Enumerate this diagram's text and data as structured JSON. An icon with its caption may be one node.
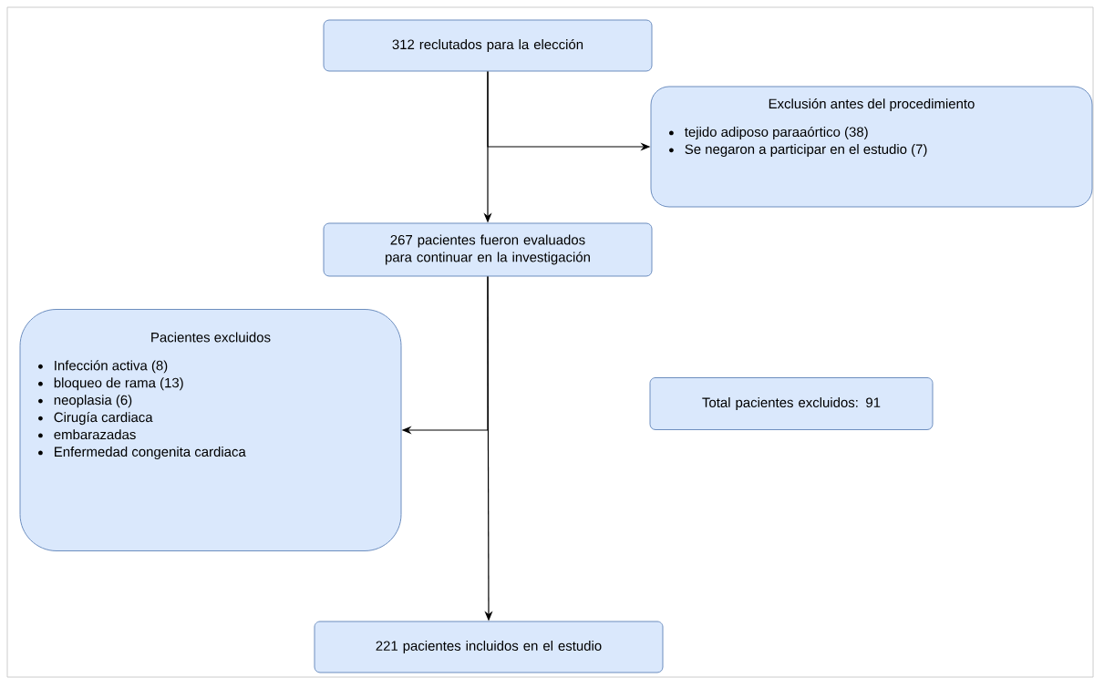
{
  "diagram": {
    "nodes": [
      {
        "text": [
          "312 reclutados para la elección"
        ]
      },
      {
        "text": [
          "Exclusión antes del procedimiento",
          "tejido adiposo paraaórtico (38)",
          "Se negaron a participar en el estudio (7)"
        ]
      },
      {
        "text": [
          "267 pacientes fueron evaluados para continuar en la investigación"
        ]
      },
      {
        "text": [
          "Pacientes excluidos",
          "Infección activa (8)",
          "bloqueo de rama (13)",
          "neoplasia (6)",
          "Cirugía cardiaca",
          "embarazadas",
          "Enfermedad congenita cardiaca"
        ]
      },
      {
        "text": [
          "Total pacientes excluidos: 91"
        ]
      },
      {
        "text": [
          "221 pacientes incluidos en el estudio"
        ]
      }
    ],
    "edges": [
      {
        "from": 0,
        "to": 2,
        "arrow": "to"
      },
      {
        "from": 0,
        "to": 1,
        "arrow": "to"
      },
      {
        "from": 2,
        "to": 3,
        "arrow": "to"
      },
      {
        "from": 2,
        "to": 5,
        "arrow": "to"
      }
    ]
  }
}
